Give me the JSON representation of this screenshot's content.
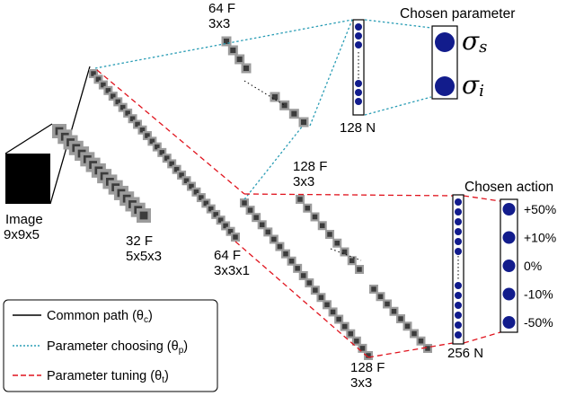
{
  "input": {
    "label_line1": "Image",
    "label_line2": "9x9x5"
  },
  "conv1": {
    "label_line1": "32 F",
    "label_line2": "5x5x3"
  },
  "conv2": {
    "label_line1": "64 F",
    "label_line2": "3x3x1"
  },
  "param_branch": {
    "conv_label_line1": "64 F",
    "conv_label_line2": "3x3",
    "fc_label": "128 N",
    "output_title": "Chosen parameter",
    "outputs": [
      {
        "symbol": "σ",
        "subscript": "s"
      },
      {
        "symbol": "σ",
        "subscript": "i"
      }
    ]
  },
  "tuning_branch": {
    "conv_a_label_line1": "128 F",
    "conv_a_label_line2": "3x3",
    "conv_b_label_line1": "128 F",
    "conv_b_label_line2": "3x3",
    "fc_label": "256 N",
    "output_title": "Chosen action",
    "actions": [
      "+50%",
      "+10%",
      "0%",
      "-10%",
      "-50%"
    ]
  },
  "legend": {
    "items": [
      {
        "text": "Common path (θ",
        "sub": "c",
        "close": ")",
        "style": "solid",
        "color": "#000000"
      },
      {
        "text": "Parameter choosing (θ",
        "sub": "p",
        "close": ")",
        "style": "dotted",
        "color": "#2a9db5"
      },
      {
        "text": "Parameter tuning (θ",
        "sub": "t",
        "close": ")",
        "style": "dashed",
        "color": "#e0141e"
      }
    ]
  },
  "colors": {
    "node_fill": "#121c8c",
    "common_path": "#000000",
    "param_path": "#2a9db5",
    "tuning_path": "#e0141e",
    "filter_dark": "#3c3c3c",
    "filter_light": "#9c9c9c"
  }
}
